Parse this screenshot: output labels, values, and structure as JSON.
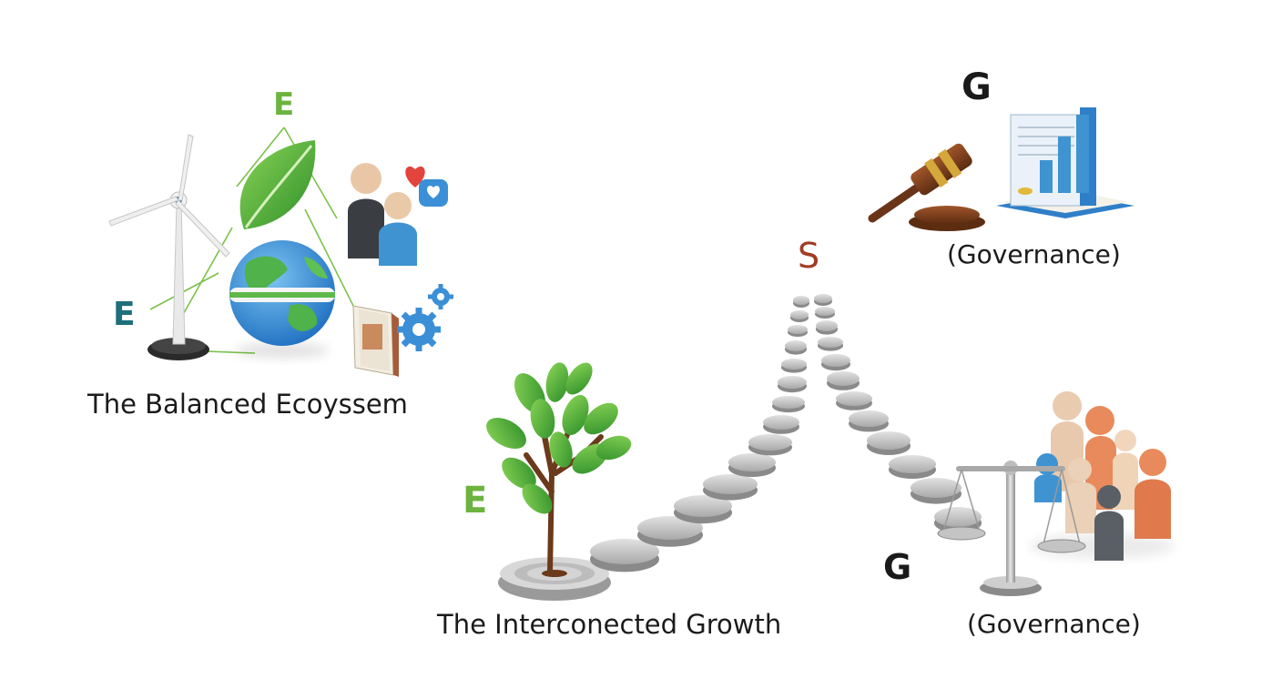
{
  "colors": {
    "environment": "#6cb33f",
    "environment_alt": "#1f6f7a",
    "social": "#a23b24",
    "governance": "#1a1a1a",
    "leaf": "#4caf3a",
    "earth_ocean": "#2f8fd8",
    "steps": "#c9c9c9",
    "figure_orange": "#e88a5c",
    "figure_blue": "#3f93d1",
    "gavel": "#7a4020"
  },
  "cluster_balanced": {
    "caption": "The Balanced Ecoyssem",
    "letter_top": "E",
    "letter_left": "E",
    "icons": [
      "wind-turbine-icon",
      "leaf-icon",
      "globe-icon",
      "people-icon",
      "heart-icon",
      "book-icon",
      "gears-icon"
    ]
  },
  "path_growth": {
    "letter_s": "S",
    "letter_e": "E",
    "letter_g": "G",
    "caption_growth": "The Interconected Growth",
    "caption_governance": "(Governance)",
    "icons": [
      "tree-icon",
      "stepping-stones",
      "scales-icon",
      "people-group-icon"
    ]
  },
  "governance_top": {
    "letter": "G",
    "caption": "(Governance)",
    "icons": [
      "gavel-icon",
      "report-chart-icon"
    ]
  }
}
